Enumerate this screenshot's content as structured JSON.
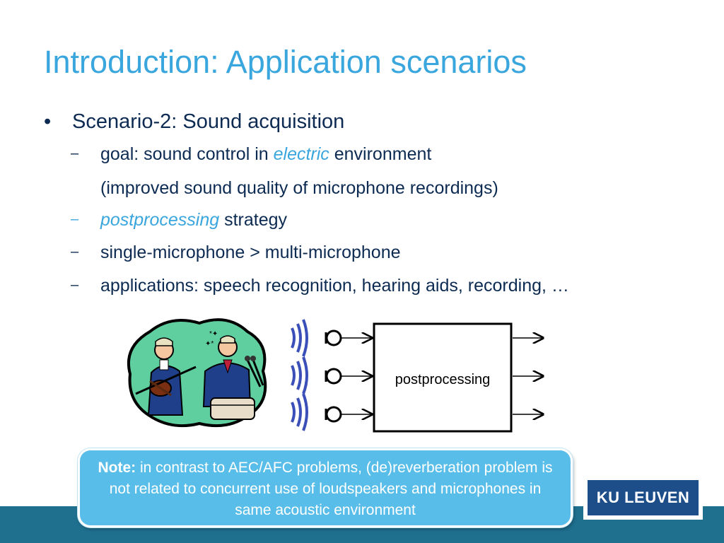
{
  "slide": {
    "title": "Introduction: Application scenarios",
    "bullet": {
      "marker": "•",
      "text": "Scenario-2: Sound acquisition"
    },
    "sub_items": [
      {
        "dash": "–",
        "prefix": "goal: sound control in ",
        "emph": "electric",
        "suffix": " environment"
      },
      {
        "dash": "",
        "text": "(improved sound quality of microphone recordings)"
      },
      {
        "dash": "–",
        "emph": "postprocessing",
        "suffix": " strategy"
      },
      {
        "dash": "–",
        "text": "single-microphone > multi-microphone"
      },
      {
        "dash": "–",
        "text": "applications: speech recognition, hearing aids, recording, …"
      }
    ]
  },
  "diagram": {
    "box_label": "postprocessing"
  },
  "note": {
    "label": "Note:",
    "text": " in contrast to AEC/AFC problems, (de)reverberation problem is not related to concurrent use of loudspeakers and microphones in same acoustic environment"
  },
  "logo": {
    "text": "KU LEUVEN"
  },
  "colors": {
    "accent": "#3aa6de",
    "text": "#0d2b52",
    "note_bg": "#58bde8",
    "band": "#1f6f8f",
    "logo": "#1d4e8a"
  },
  "icons": [
    "sound-wave-icon",
    "microphone-icon",
    "arrow-right-icon"
  ]
}
